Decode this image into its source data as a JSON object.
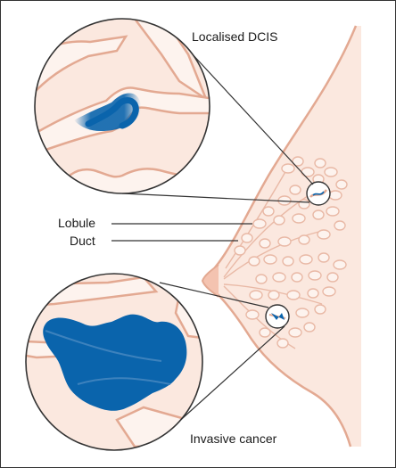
{
  "labels": {
    "localised_dcis": "Localised DCIS",
    "lobule": "Lobule",
    "duct": "Duct",
    "invasive_cancer": "Invasive cancer"
  },
  "colors": {
    "skin": "#fbe8df",
    "tissue_line": "#e3a992",
    "duct_fill": "#f7d6c8",
    "cancer_blue": "#0a64ac",
    "pointer_line": "#333333"
  }
}
